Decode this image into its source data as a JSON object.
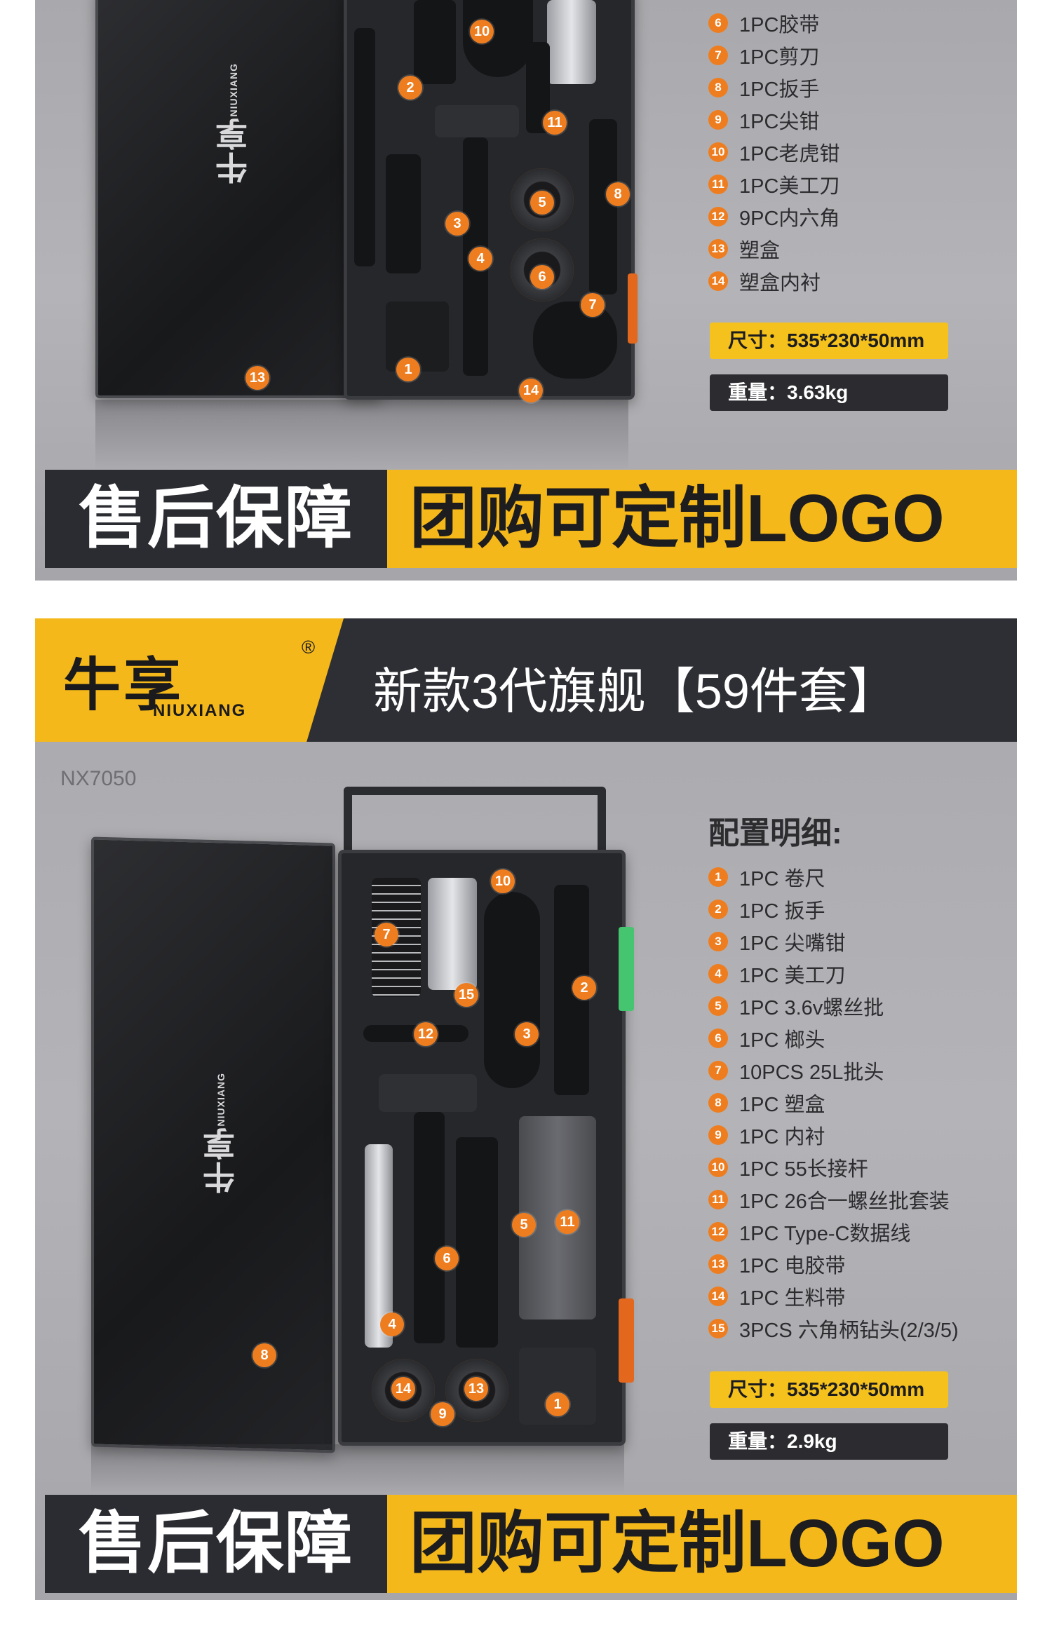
{
  "brand": {
    "name": "牛享",
    "sub": "NIUXIANG",
    "reg": "®"
  },
  "panel1": {
    "items": [
      {
        "num": "6",
        "text": "1PC胶带"
      },
      {
        "num": "7",
        "text": "1PC剪刀"
      },
      {
        "num": "8",
        "text": "1PC扳手"
      },
      {
        "num": "9",
        "text": "1PC尖钳"
      },
      {
        "num": "10",
        "text": "1PC老虎钳"
      },
      {
        "num": "11",
        "text": "1PC美工刀"
      },
      {
        "num": "12",
        "text": "9PC内六角"
      },
      {
        "num": "13",
        "text": "塑盒"
      },
      {
        "num": "14",
        "text": "塑盒内衬"
      }
    ],
    "size": "尺寸：535*230*50mm",
    "weight": "重量：3.63kg",
    "callouts": [
      "10",
      "2",
      "11",
      "8",
      "3",
      "5",
      "4",
      "6",
      "7",
      "1",
      "13",
      "14"
    ]
  },
  "banner": {
    "left": "售后保障",
    "right": "团购可定制LOGO"
  },
  "panel2": {
    "title": "新款3代旗舰【59件套】",
    "model": "NX7050",
    "list_title": "配置明细:",
    "items": [
      {
        "num": "1",
        "text": "1PC 卷尺"
      },
      {
        "num": "2",
        "text": "1PC 扳手"
      },
      {
        "num": "3",
        "text": "1PC 尖嘴钳"
      },
      {
        "num": "4",
        "text": "1PC 美工刀"
      },
      {
        "num": "5",
        "text": "1PC 3.6v螺丝批"
      },
      {
        "num": "6",
        "text": "1PC 榔头"
      },
      {
        "num": "7",
        "text": "10PCS 25L批头"
      },
      {
        "num": "8",
        "text": "1PC 塑盒"
      },
      {
        "num": "9",
        "text": "1PC 内衬"
      },
      {
        "num": "10",
        "text": "1PC 55长接杆"
      },
      {
        "num": "11",
        "text": "1PC 26合一螺丝批套装"
      },
      {
        "num": "12",
        "text": "1PC Type-C数据线"
      },
      {
        "num": "13",
        "text": "1PC 电胶带"
      },
      {
        "num": "14",
        "text": "1PC 生料带"
      },
      {
        "num": "15",
        "text": "3PCS 六角柄钻头(2/3/5)"
      }
    ],
    "size": "尺寸：535*230*50mm",
    "weight": "重量：2.9kg",
    "callouts": [
      "10",
      "7",
      "15",
      "2",
      "12",
      "3",
      "5",
      "11",
      "6",
      "4",
      "8",
      "14",
      "13",
      "9",
      "1"
    ]
  },
  "colors": {
    "accent": "#f5b81b",
    "callout": "#ee7d1f",
    "dark": "#2b2c31"
  }
}
